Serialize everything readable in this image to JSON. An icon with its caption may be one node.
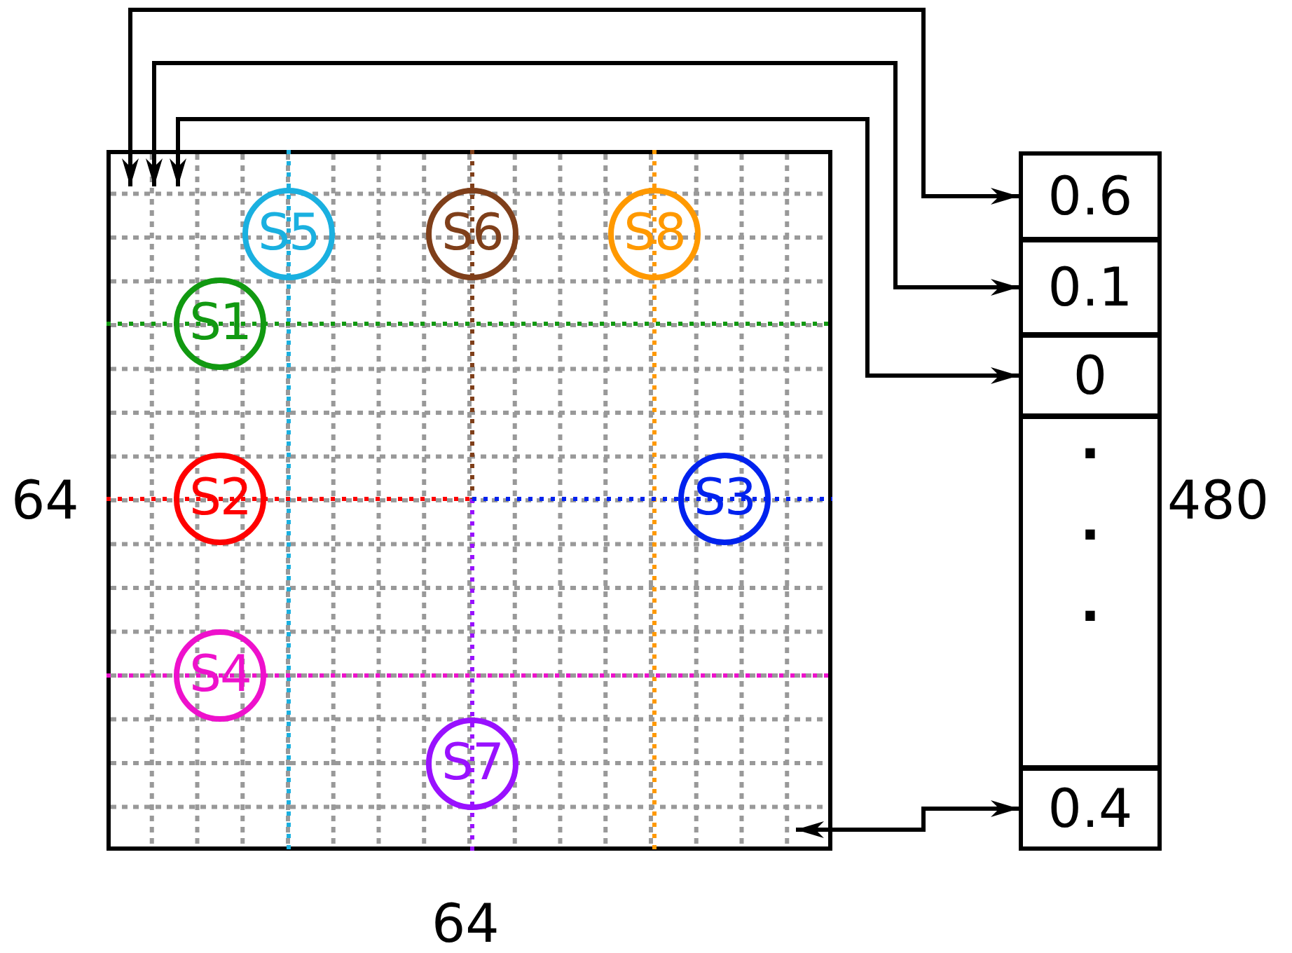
{
  "diagram": {
    "nodes": [
      {
        "text": [],
        "shape": "box"
      },
      {
        "text": [
          "S5"
        ],
        "in": 0
      },
      {
        "text": [
          "S6"
        ],
        "in": 0
      },
      {
        "text": [
          "S8"
        ],
        "in": 0
      },
      {
        "text": [
          "S1"
        ],
        "in": 0
      },
      {
        "text": [
          "S2"
        ],
        "in": 0
      },
      {
        "text": [
          "S3"
        ],
        "in": 0
      },
      {
        "text": [
          "S4"
        ],
        "in": 0
      },
      {
        "text": [
          "S7"
        ],
        "in": 0
      },
      {
        "text": [
          "0.6"
        ]
      },
      {
        "text": [
          "0.1"
        ]
      },
      {
        "text": [
          "0"
        ]
      },
      {
        "text": [
          ". . ."
        ]
      },
      {
        "text": [
          "0.4"
        ]
      }
    ],
    "edges": [
      {
        "from": 0,
        "to": 9,
        "arrow": "both"
      },
      {
        "from": 0,
        "to": 10,
        "arrow": "both"
      },
      {
        "from": 0,
        "to": 11,
        "arrow": "both"
      },
      {
        "from": 0,
        "to": 13,
        "arrow": "both"
      }
    ],
    "labels": [
      "64",
      "480",
      "64"
    ]
  }
}
